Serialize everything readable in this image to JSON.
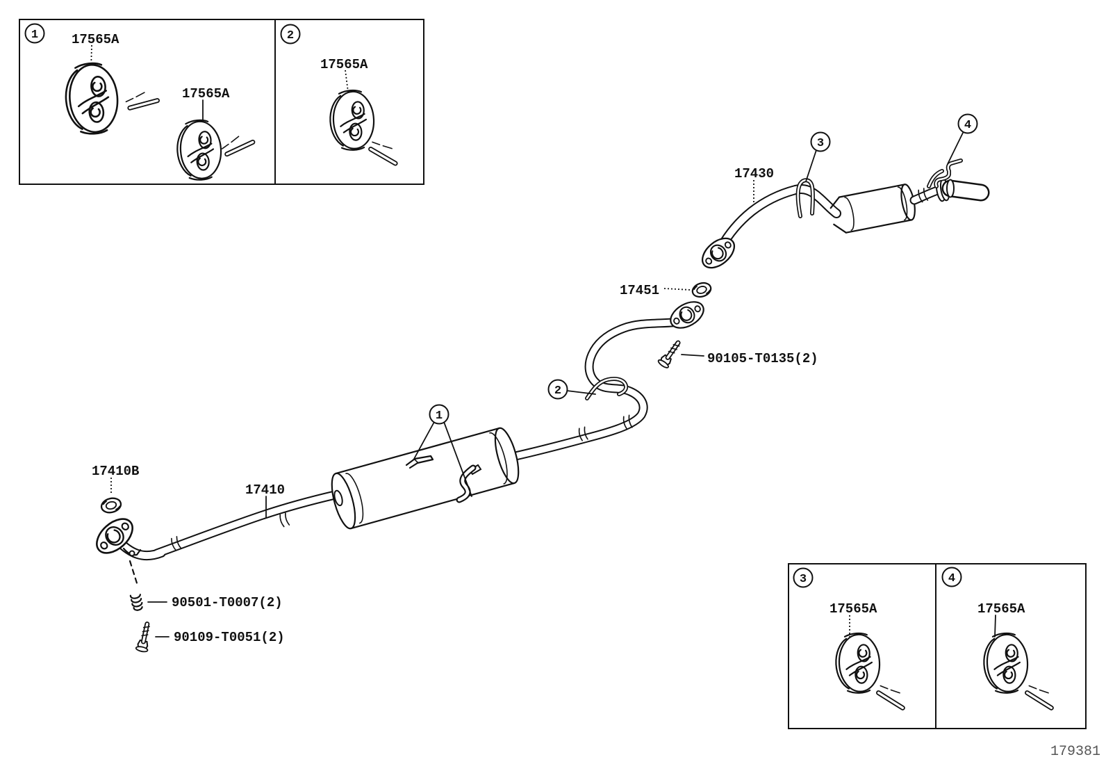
{
  "figure": {
    "code": "179381"
  },
  "insets": [
    {
      "badge": "1",
      "parts": [
        {
          "label": "17565A"
        },
        {
          "label": "17565A"
        }
      ]
    },
    {
      "badge": "2",
      "parts": [
        {
          "label": "17565A"
        }
      ]
    },
    {
      "badge": "3",
      "parts": [
        {
          "label": "17565A"
        }
      ]
    },
    {
      "badge": "4",
      "parts": [
        {
          "label": "17565A"
        }
      ]
    }
  ],
  "callouts": [
    {
      "n": "1"
    },
    {
      "n": "2"
    },
    {
      "n": "3"
    },
    {
      "n": "4"
    }
  ],
  "parts": {
    "tail_pipe_assembly": {
      "label": "17430"
    },
    "rear_gasket": {
      "label": "17451"
    },
    "rear_bolt": {
      "label": "90105-T0135(2)"
    },
    "front_gasket": {
      "label": "17410B"
    },
    "center_pipe_assembly": {
      "label": "17410"
    },
    "compression_spring": {
      "label": "90501-T0007(2)"
    },
    "front_flange_bolt": {
      "label": "90109-T0051(2)"
    }
  },
  "colors": {
    "line": "#111111",
    "label": "#111111",
    "figure_code": "#555555",
    "background": "#ffffff"
  }
}
